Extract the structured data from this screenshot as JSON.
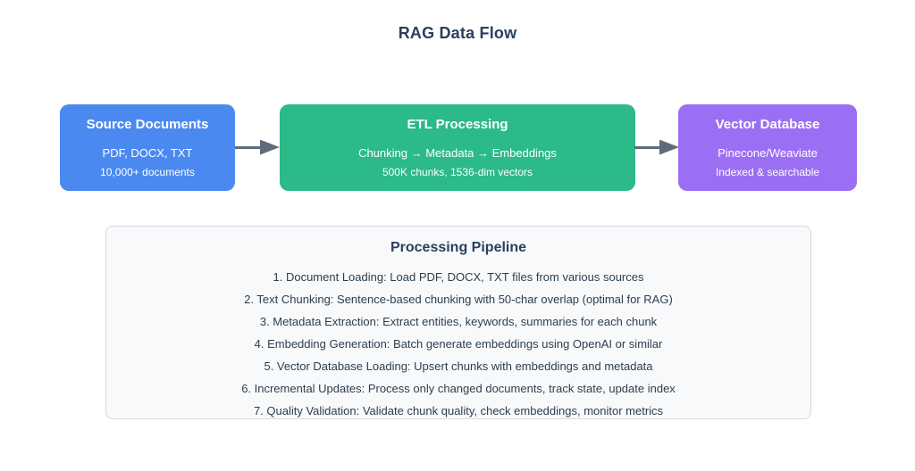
{
  "page": {
    "title": "RAG Data Flow"
  },
  "flow": {
    "arrow_color": "#5f6b7a",
    "nodes": [
      {
        "id": "source-documents",
        "title": "Source Documents",
        "line1": "PDF, DOCX, TXT",
        "line2": "10,000+ documents",
        "color": "#4a8af0"
      },
      {
        "id": "etl-processing",
        "title": "ETL Processing",
        "line1": "Chunking → Metadata → Embeddings",
        "line2": "500K chunks, 1536-dim vectors",
        "color": "#2bba88"
      },
      {
        "id": "vector-database",
        "title": "Vector Database",
        "line1": "Pinecone/Weaviate",
        "line2": "Indexed & searchable",
        "color": "#9b6ff3"
      }
    ]
  },
  "pipeline": {
    "title": "Processing Pipeline",
    "steps": [
      "1. Document Loading: Load PDF, DOCX, TXT files from various sources",
      "2. Text Chunking: Sentence-based chunking with 50-char overlap (optimal for RAG)",
      "3. Metadata Extraction: Extract entities, keywords, summaries for each chunk",
      "4. Embedding Generation: Batch generate embeddings using OpenAI or similar",
      "5. Vector Database Loading: Upsert chunks with embeddings and metadata",
      "6. Incremental Updates: Process only changed documents, track state, update index",
      "7. Quality Validation: Validate chunk quality, check embeddings, monitor metrics"
    ]
  }
}
